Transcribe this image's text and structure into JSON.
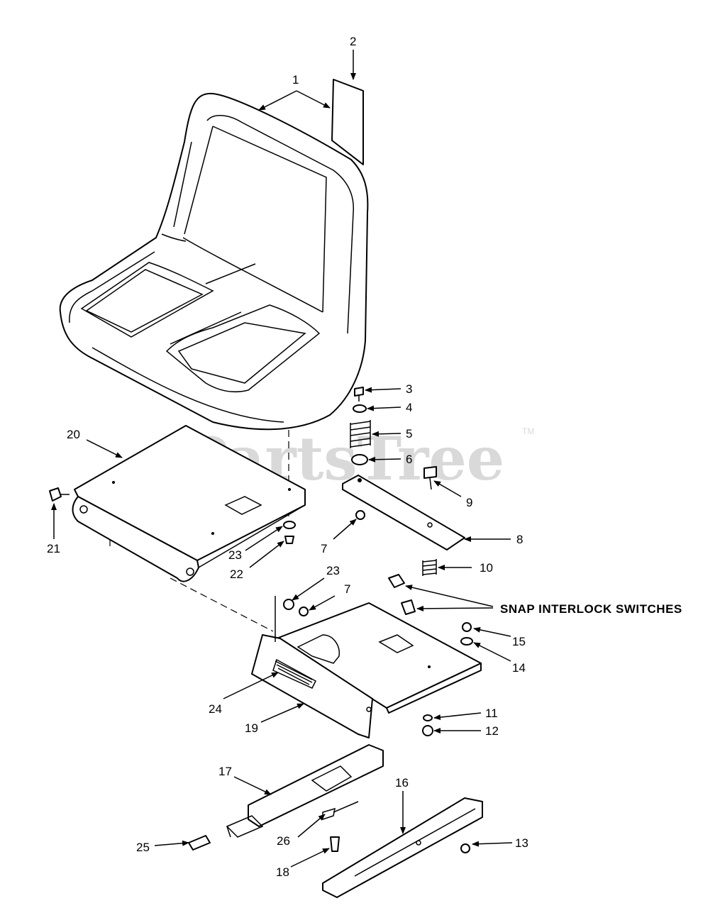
{
  "watermark": {
    "text": "PartsTree",
    "trademark": "TM"
  },
  "callouts": {
    "c1": "1",
    "c2": "2",
    "c3": "3",
    "c4": "4",
    "c5": "5",
    "c6": "6",
    "c7a": "7",
    "c7b": "7",
    "c8": "8",
    "c9": "9",
    "c10": "10",
    "c11": "11",
    "c12": "12",
    "c13": "13",
    "c14": "14",
    "c15": "15",
    "c16": "16",
    "c17": "17",
    "c18": "18",
    "c19": "19",
    "c20": "20",
    "c21": "21",
    "c22": "22",
    "c23a": "23",
    "c23b": "23",
    "c24": "24",
    "c25": "25",
    "c26": "26"
  },
  "note": "SNAP INTERLOCK SWITCHES"
}
